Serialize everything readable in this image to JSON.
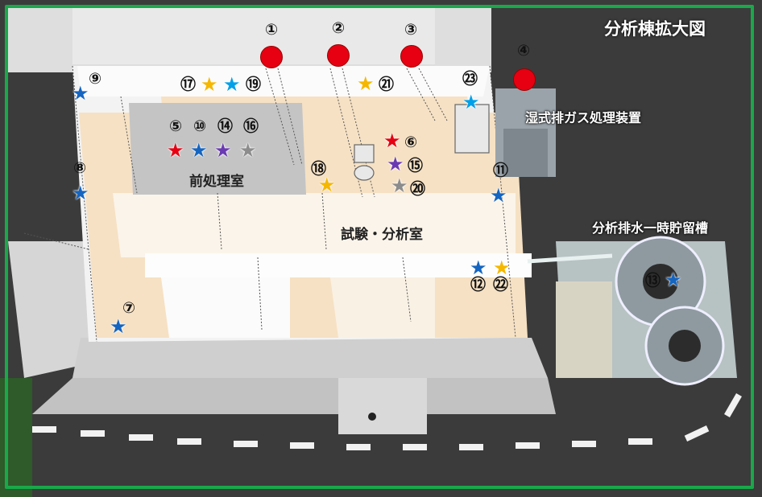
{
  "title": "分析棟拡大図",
  "rooms": {
    "pretreatment": "前処理室",
    "test_analysis": "試験・分析室",
    "scrubber": "湿式排ガス処理装置",
    "wastewater_tank": "分析排水一時貯留槽"
  },
  "marker_colors": {
    "red": "#e60012",
    "blue": "#1565c0",
    "cyan": "#00a0e9",
    "yellow": "#f5b700",
    "purple": "#6a3ab2",
    "gray": "#8c8c8c"
  },
  "exhaust_points": [
    {
      "label": "①",
      "marker": "red-circle"
    },
    {
      "label": "②",
      "marker": "red-circle"
    },
    {
      "label": "③",
      "marker": "red-circle"
    },
    {
      "label": "④",
      "marker": "red-circle"
    }
  ],
  "star_points": [
    {
      "label": "⑤",
      "color": "red"
    },
    {
      "label": "⑥",
      "color": "red"
    },
    {
      "label": "⑦",
      "color": "blue"
    },
    {
      "label": "⑧",
      "color": "blue"
    },
    {
      "label": "⑨",
      "color": "blue"
    },
    {
      "label": "⑩",
      "color": "blue"
    },
    {
      "label": "⑪",
      "color": "blue"
    },
    {
      "label": "⑫",
      "color": "blue"
    },
    {
      "label": "⑬",
      "color": "blue"
    },
    {
      "label": "⑭",
      "color": "purple"
    },
    {
      "label": "⑮",
      "color": "purple"
    },
    {
      "label": "⑯",
      "color": "gray"
    },
    {
      "label": "⑰",
      "color": "yellow"
    },
    {
      "label": "⑱",
      "color": "yellow"
    },
    {
      "label": "⑲",
      "color": "cyan"
    },
    {
      "label": "⑳",
      "color": "gray"
    },
    {
      "label": "㉑",
      "color": "yellow"
    },
    {
      "label": "㉒",
      "color": "yellow"
    },
    {
      "label": "㉓",
      "color": "cyan"
    }
  ]
}
